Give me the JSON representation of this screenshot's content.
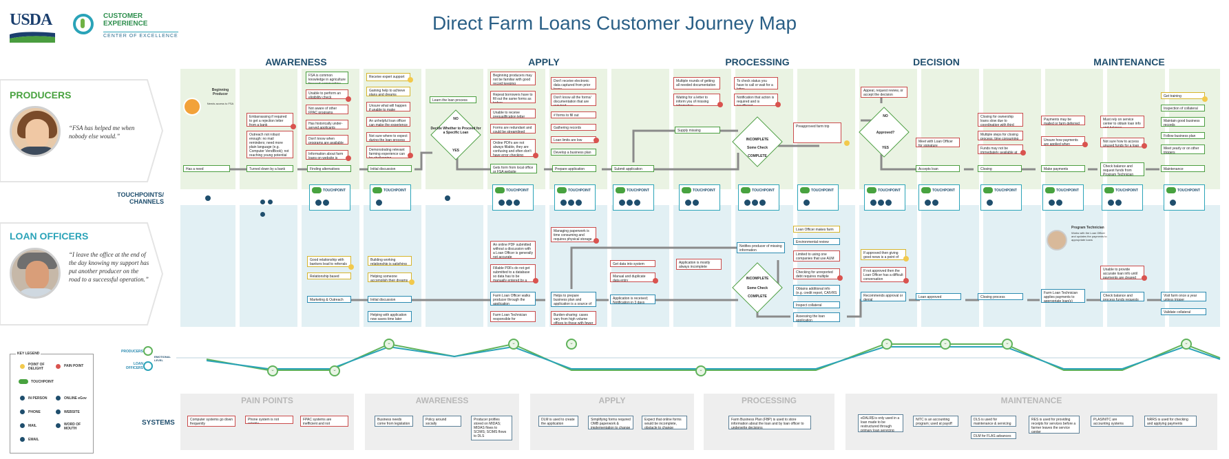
{
  "header": {
    "usda": "USDA",
    "ce_line1": "CUSTOMER",
    "ce_line2": "EXPERIENCE",
    "ce_line3": "CENTER OF EXCELLENCE",
    "title": "Direct Farm Loans Customer Journey Map"
  },
  "phases": [
    "AWARENESS",
    "APPLY",
    "PROCESSING",
    "DECISION",
    "MAINTENANCE"
  ],
  "producers": {
    "label": "PRODUCERS",
    "quote": "“FSA has helped me when nobody else would.”",
    "beginning": "Beginning Producer",
    "beginning_sub": "Needs access to FSA"
  },
  "loan_officers": {
    "label": "LOAN OFFICERS",
    "quote": "“I leave the office at the end of the day knowing my support has put another producer on the road to a successful operation.”"
  },
  "touchpoints_label": "TOUCHPOINTS/ CHANNELS",
  "touchpoint": "TOUCHPOINT",
  "program_technician": "Program Technician",
  "program_technician_note": "Works with the Loan Officer and updates the payments to appropriate loans",
  "producer_steps": [
    "Has a need",
    "Turned down by a bank",
    "Finding alternatives",
    "Initial discussion",
    "Learn the loan process",
    "Gets form from local office or FSA website",
    "Prepare application",
    "Submit application",
    "Supply missing information",
    "Preapproved farm trip",
    "Appeal, request review, or accept the decision",
    "Meet with Loan Officer for signature",
    "Accepts loan",
    "Closing",
    "Make payments",
    "Check balance and request funds from Program Technician",
    "Maintenance"
  ],
  "producer_notes": {
    "a1": [
      "Embarrassing if required to get a rejection letter from a bank",
      "Outreach not robust enough: no mail reminders; need more plain language (e.g. Computer VendBook); not reaching young potential producers"
    ],
    "a2": [
      "FSA is common knowledge in agriculture focused communities",
      "Unable to perform an eligibility check",
      "Not aware of other FPAC programs",
      "Has historically under-served applicants",
      "Don't know when programs are available to them",
      "Information about farm loans on website is confusing"
    ],
    "a3": [
      "Receive expert support",
      "Gaining help to achieve plans and dreams",
      "Unsure what will happen if unable to make payments",
      "An unhelpful loan officer can make the experience worse",
      "Not sure where to expect during the loan process",
      "Demonstrating relevant farming experience can be challenging"
    ],
    "p1": [
      "Beginning producers may not be familiar with good record keeping",
      "Repeat borrowers have to fill out the same forms as before",
      "Unable to receive prequalification letter",
      "Forms are redundant and could be streamlined",
      "Online PDFs are not always fillable, they are confusing and often don't have error checking"
    ],
    "p2": [
      "Don't receive electronic data captured from prior loans",
      "Don't know all the forms/ documentation that are required",
      "# forms to fill out",
      "Gathering records",
      "Loan limits are low",
      "Develop a business plan"
    ],
    "pr1": [
      "Multiple rounds of getting all needed documentation",
      "Waiting for a letter to inform you of missing information"
    ],
    "pr2": [
      "To check status you have to call or wait for a letter",
      "Notification that action is required and is insufficient"
    ],
    "d1": [
      "Closing for ownership loans slow due to coordination with third parties",
      "Multiple steps for closing process; time consuming",
      "Funds may not be immediately available at closing"
    ],
    "m1": [
      "Payments may be mailed or farm deferred",
      "Unsure how payments are applied when processed"
    ],
    "m2": [
      "Must rely on service center to obtain loan info and balance",
      "Not sure how to access unused funds for a loan"
    ],
    "m3": [
      "Get training",
      "Inspection of collateral",
      "Maintain good business records",
      "Follow business plan",
      "Meet yearly or on other triggers"
    ]
  },
  "decision_labels": {
    "decide": "Decide Whether to Proceed for a Specific Loan",
    "no": "NO",
    "yes": "YES",
    "some_check": "Some Check",
    "incomplete": "INCOMPLETE",
    "complete": "COMPLETE",
    "approved": "Approved?"
  },
  "officer_steps": [
    "Marketing & Outreach",
    "Initial discussion",
    "Farm Loan Officer walks producer through the application",
    "Helps to prepare business plan and application is a source of satisfaction",
    "Application is received; Notification in 3 days",
    "Assessing the loan application",
    "Recommends approval or denial",
    "Loan approved",
    "Closing process",
    "Farm Loan Technician applies payments to appropriate loan(s)",
    "Check balance and process funds requests",
    "Visit farm once a year unless trigger",
    "Validate collateral"
  ],
  "officer_notes": {
    "o1": [
      "Good relationship with bankers lead to referrals",
      "Relationship based"
    ],
    "o2": [
      "Building working relationship is satisfying",
      "Helping someone accomplish their dreams",
      "Helping with application now saves time later"
    ],
    "o3": [
      "An online PDF submitted without a discussion with a Loan Officer is generally not accurate",
      "Fillable PDFs do not get submitted to a database so data has to be manually entered by a Loan Officer",
      "Farm Loan Technician responsible for application forms"
    ],
    "o4": [
      "Managing paperwork is time consuming and requires physical storage",
      "Burden-sharing: cases vary from high volume offices to those with fewer case load"
    ],
    "o5": [
      "Get data into system",
      "Manual and duplicate data entry"
    ],
    "o6": [
      "Application is mostly always incomplete",
      "Notifies producer of missing information"
    ],
    "o7": [
      "Loan Officer makes farm visit",
      "Environmental review",
      "Limited to using one companies that use AUM for fees",
      "Checking for unreported debt requires multiple logins",
      "Obtains additional info (e.g. credit report, CAIVRS check)",
      "Inspect collateral"
    ],
    "o8": [
      "If approved then giving good news is a point of delight",
      "If not approved then the Loan Officer has a difficult conversation"
    ],
    "o9": [
      "Unable to provide accurate loan info until payments are cleared"
    ]
  },
  "emotion": {
    "producers": "PRODUCERS",
    "officers": "LOAN OFFICERS",
    "level": "EMOTIONAL LEVEL"
  },
  "legend": {
    "title": "KEY LEGEND",
    "items": [
      "POINT OF DELIGHT",
      "PAIN POINT",
      "TOUCHPOINT",
      "IN PERSON",
      "ONLINE eGov",
      "PHONE",
      "WEBSITE",
      "MAIL",
      "WORD OF MOUTH",
      "EMAIL"
    ]
  },
  "systems": {
    "label": "SYSTEMS",
    "panels": [
      "PAIN POINTS",
      "AWARENESS",
      "APPLY",
      "PROCESSING",
      "MAINTENANCE"
    ],
    "pain_points": [
      "Computer systems go down frequently",
      "Phone system is not reliable",
      "FPAC systems are inefficient and not integrated"
    ],
    "awareness": [
      "Business needs come from legislation",
      "Policy around socially disadvantaged",
      "Producer profiles stored on MIDAS; MIDAS flows to SCIMS; SCIMS flows to DLS"
    ],
    "apply": [
      "DLM is used to create the application",
      "Simplifying forms required OMB paperwork & implementation to change",
      "Expect that online forms would be incomplete, obstacle to change"
    ],
    "processing": [
      "Farm Business Plan (FBP) is used to store information about the loan and by loan officer to underwrite decisions"
    ],
    "maintenance": [
      "eDALR$ is only used in a loan made to be restructured through primary loan servicing",
      "NITC is an accounting program; used at payoff",
      "DLS is used for maintenance & servicing",
      "DLM for FLAS advances",
      "RES is used for providing receipts for services before a farmer leaves the service center",
      "PLAS/NITC are accounting systems",
      "NRRS is used for checking and applying payments"
    ]
  },
  "colors": {
    "title": "#2a5f86",
    "producers": "#48a23f",
    "officers": "#2aa3b8",
    "pain": "#d9534f",
    "delight": "#f2c94c"
  }
}
